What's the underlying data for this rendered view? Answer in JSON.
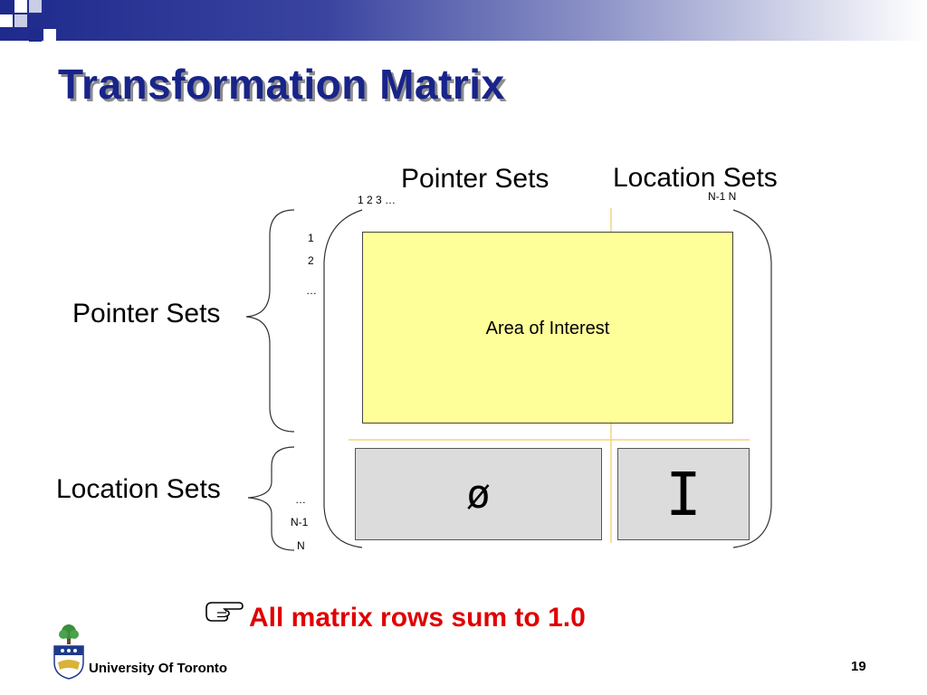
{
  "slide": {
    "title": "Transformation Matrix",
    "column_header_pointer": "Pointer Sets",
    "column_header_location": "Location Sets",
    "column_index_pointer": "1 2 3 …",
    "column_index_location": "N-1 N",
    "row_label_pointer": "Pointer Sets",
    "row_label_location": "Location Sets",
    "row_index_1": "1",
    "row_index_2": "2",
    "row_index_dots_top": "…",
    "row_index_dots_bottom": "…",
    "row_index_n_minus_1": "N-1",
    "row_index_n": "N",
    "area_label": "Area of Interest",
    "empty_block_symbol": "ø",
    "identity_block_symbol": "I",
    "rule_text": "All matrix rows sum to 1.0",
    "footer_text": "University Of Toronto",
    "page_number": "19"
  },
  "colors": {
    "title": "#18248a",
    "rule": "#e00000",
    "area": "#ffff99",
    "block": "#dcdcdc",
    "guide_line": "#f5d27a"
  },
  "icons": {
    "bullet": "pointing-hand-icon",
    "logo": "university-crest-icon"
  }
}
